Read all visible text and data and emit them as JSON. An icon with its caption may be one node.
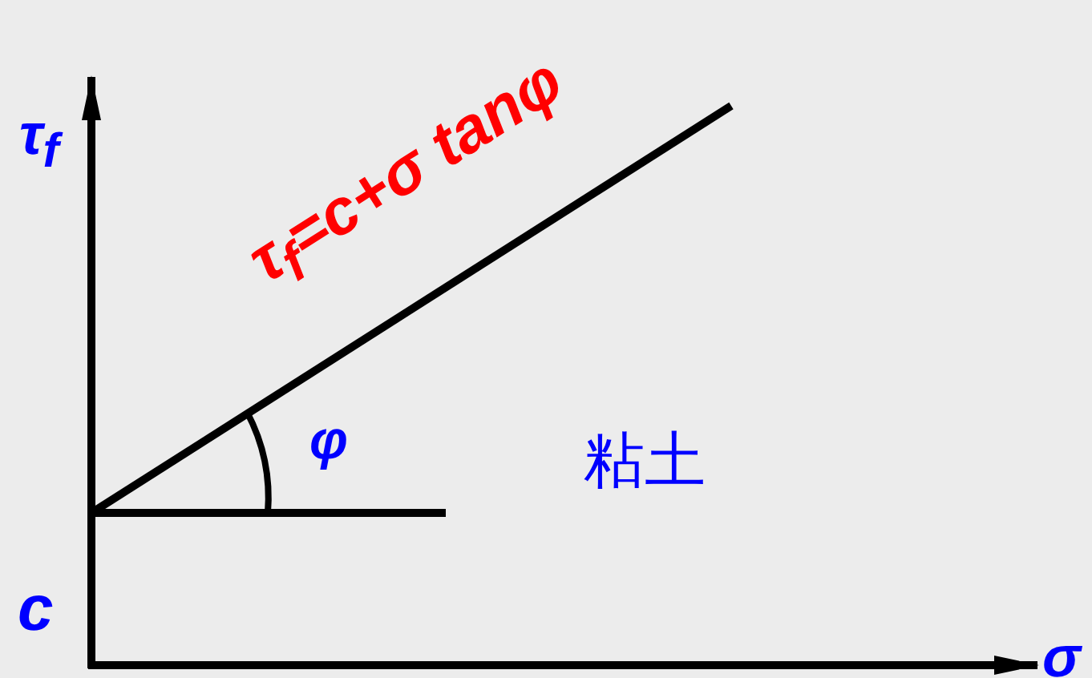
{
  "diagram": {
    "labels": [
      "τ$_{f}$",
      "τ$_{f}$=c+σ tanφ",
      "φ",
      "粘土",
      "c",
      "σ"
    ]
  }
}
